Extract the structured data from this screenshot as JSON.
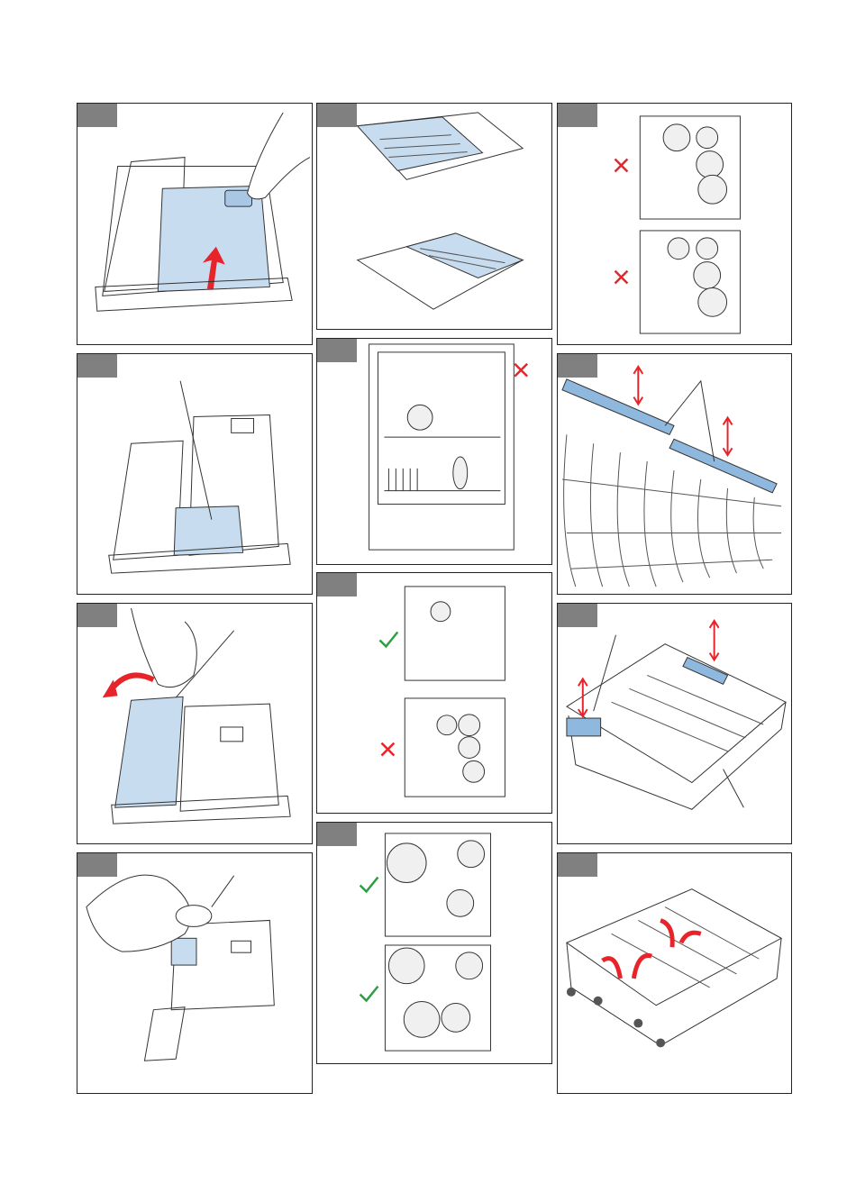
{
  "colors": {
    "highlight": "#c8dcf0",
    "arrow": "#e8242b",
    "check": "#2e9e44",
    "cross": "#e8242b",
    "tag": "#808080",
    "line": "#333333"
  },
  "panels": [
    {
      "id": "1",
      "icon": "detergent-dispenser-open-icon"
    },
    {
      "id": "2",
      "icon": "dispenser-compartment-icon"
    },
    {
      "id": "3",
      "icon": "rinse-aid-lid-icon"
    },
    {
      "id": "4",
      "icon": "rinse-aid-fill-icon"
    },
    {
      "id": "5",
      "icon": "cutlery-tray-icon"
    },
    {
      "id": "6",
      "icon": "dishwasher-loaded-icon",
      "mark": "cross"
    },
    {
      "id": "7",
      "icon": "upper-basket-loading-icon",
      "marks": [
        "check",
        "cross"
      ]
    },
    {
      "id": "8",
      "icon": "lower-basket-loading-icon",
      "marks": [
        "check",
        "check"
      ]
    },
    {
      "id": "9",
      "icon": "basket-wrong-loading-icon",
      "marks": [
        "cross",
        "cross"
      ]
    },
    {
      "id": "10",
      "icon": "foldable-racks-icon"
    },
    {
      "id": "11",
      "icon": "upper-basket-adjust-icon"
    },
    {
      "id": "12",
      "icon": "lower-basket-fold-icon"
    }
  ]
}
